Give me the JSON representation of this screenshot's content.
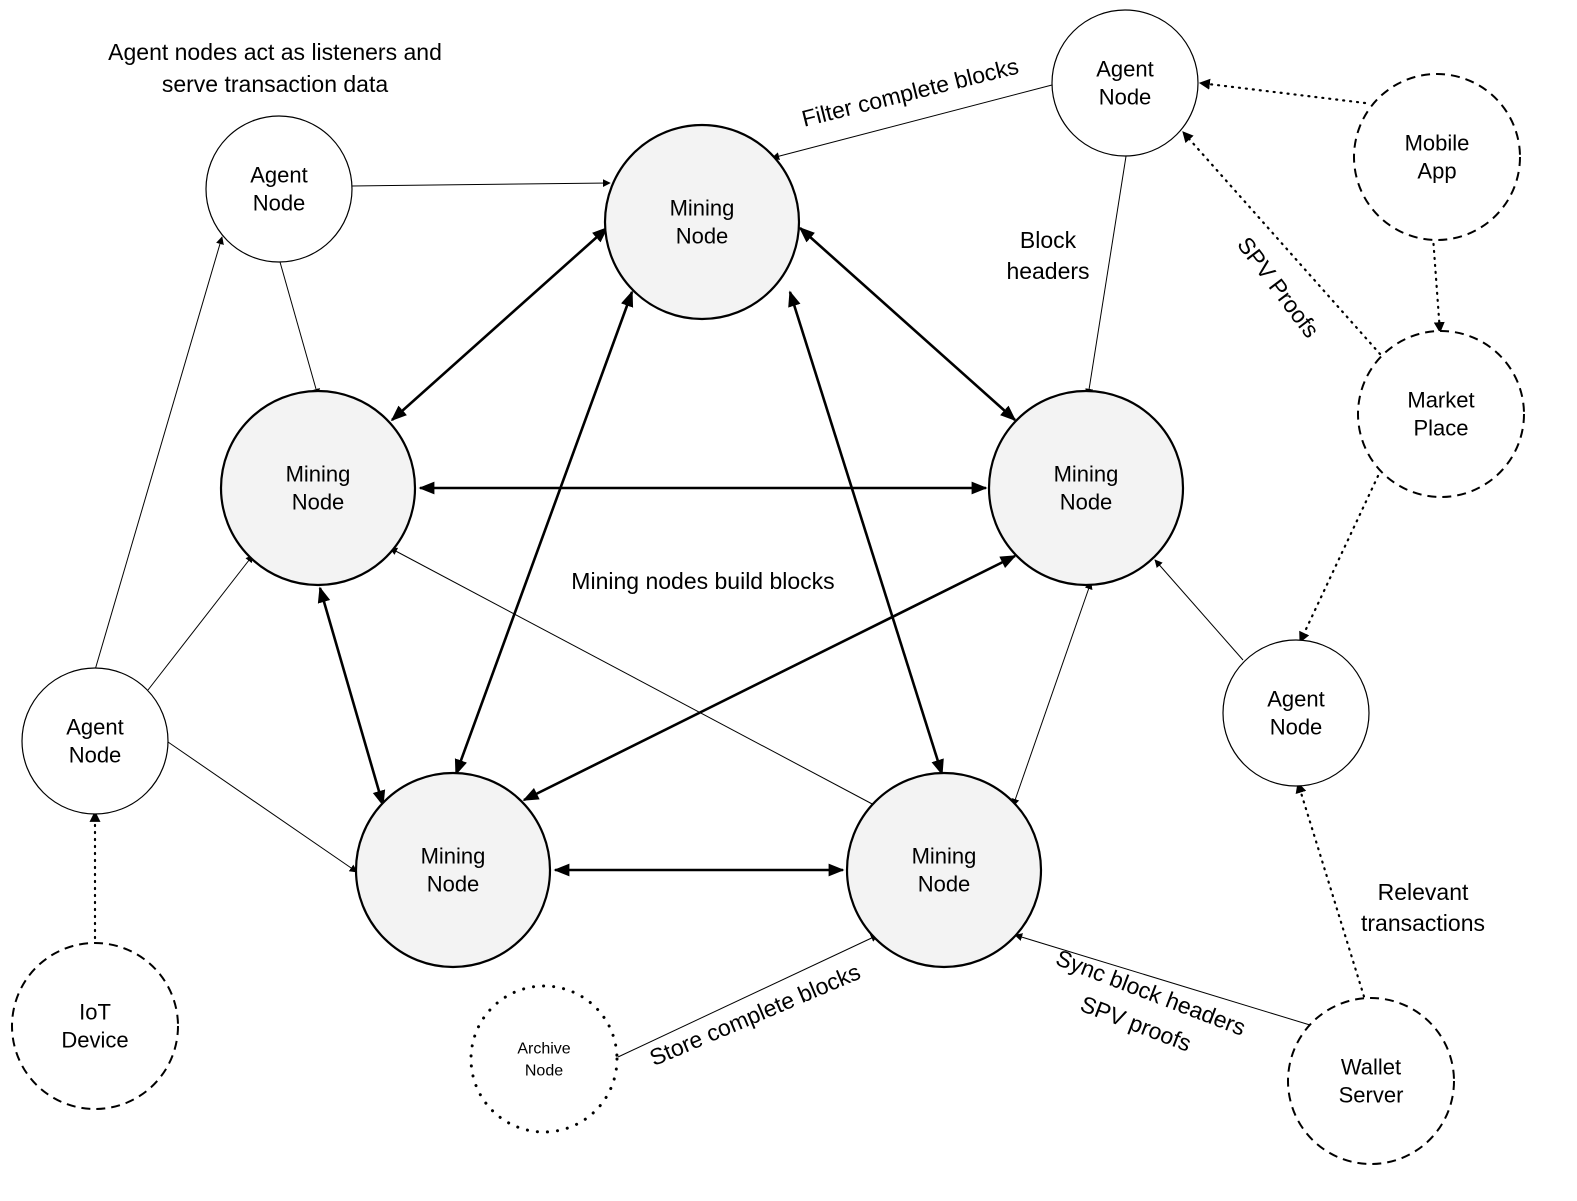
{
  "nodes": {
    "mining_top": [
      "Mining",
      "Node"
    ],
    "mining_left": [
      "Mining",
      "Node"
    ],
    "mining_right": [
      "Mining",
      "Node"
    ],
    "mining_bottom_left": [
      "Mining",
      "Node"
    ],
    "mining_bottom_right": [
      "Mining",
      "Node"
    ],
    "agent_top_left": [
      "Agent",
      "Node"
    ],
    "agent_top_right": [
      "Agent",
      "Node"
    ],
    "agent_left": [
      "Agent",
      "Node"
    ],
    "agent_right": [
      "Agent",
      "Node"
    ],
    "mobile_app": [
      "Mobile",
      "App"
    ],
    "market_place": [
      "Market",
      "Place"
    ],
    "iot_device": [
      "IoT",
      "Device"
    ],
    "wallet_server": [
      "Wallet",
      "Server"
    ],
    "archive_node": [
      "Archive",
      "Node"
    ]
  },
  "labels": {
    "agent_note": [
      "Agent nodes act as listeners and",
      "serve transaction data"
    ],
    "filter_blocks": "Filter complete blocks",
    "block_headers": [
      "Block",
      "headers"
    ],
    "spv_proofs": "SPV Proofs",
    "mining_note": "Mining nodes build blocks",
    "relevant_tx": [
      "Relevant",
      "transactions"
    ],
    "store_blocks": "Store complete blocks",
    "sync_headers": [
      "Sync block headers",
      "SPV proofs"
    ]
  },
  "colors": {
    "mining_fill": "#f3f3f3",
    "stroke": "#000000"
  }
}
